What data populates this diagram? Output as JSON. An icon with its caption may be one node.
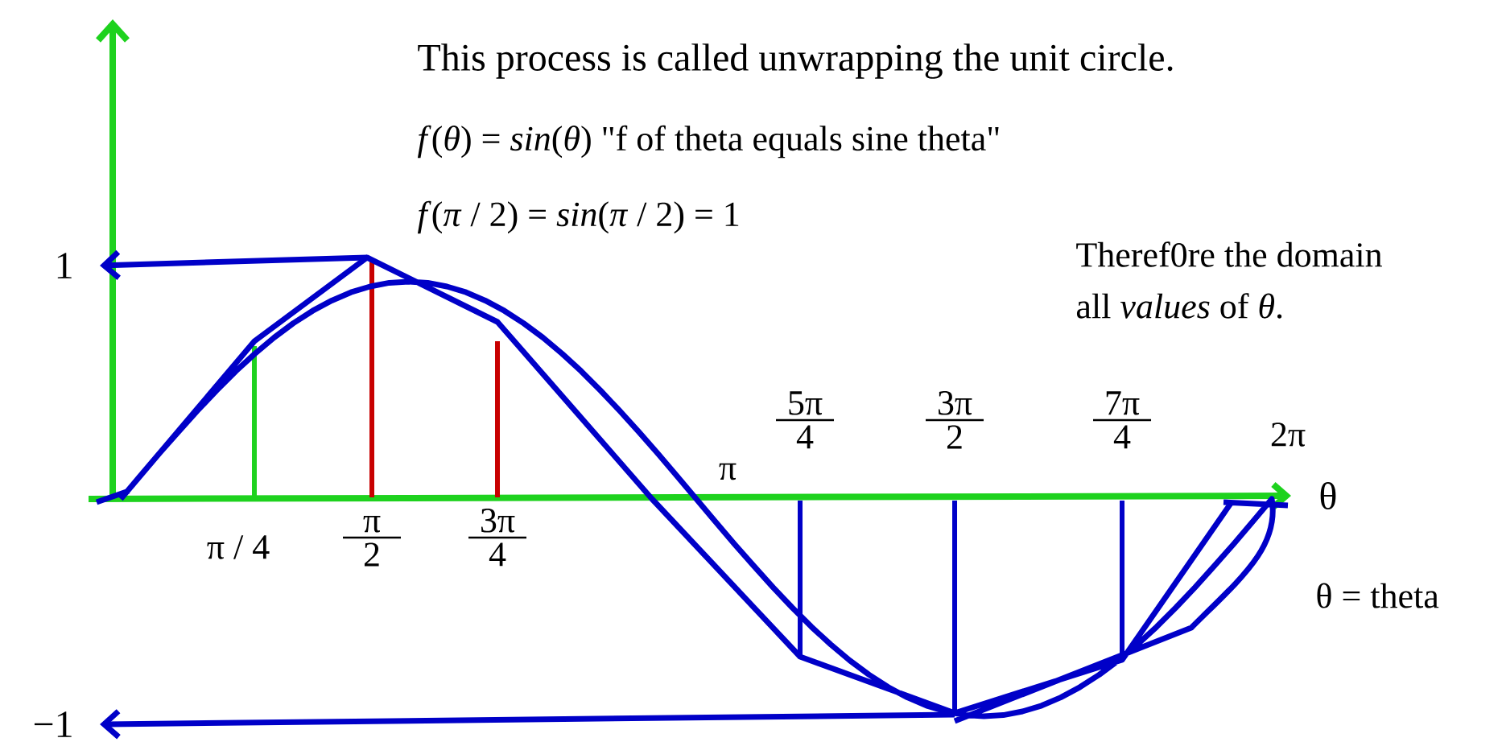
{
  "diagram": {
    "nodes": [
      {
        "text": [
          "1"
        ]
      },
      {
        "text": [
          "−1"
        ]
      }
    ],
    "edges": [
      {
        "from": null,
        "to": 0,
        "arrow": "to"
      },
      {
        "from": null,
        "to": 1,
        "arrow": "to"
      }
    ],
    "labels": [
      "This process is called unwrapping the unit circle.",
      "*f*(*θ*) = *sin*(*θ*) \"f of theta equals sine theta\"",
      "*f*(*π* / 2) = *sin*(*π* / 2) = 1",
      "Theref0re the domain",
      "all *values* of *θ*.",
      "5π",
      "4",
      "3π",
      "2",
      "7π",
      "4",
      "2π",
      "π",
      "θ",
      "π / 4",
      "π",
      "2",
      "3π",
      "4",
      "θ = theta"
    ]
  }
}
